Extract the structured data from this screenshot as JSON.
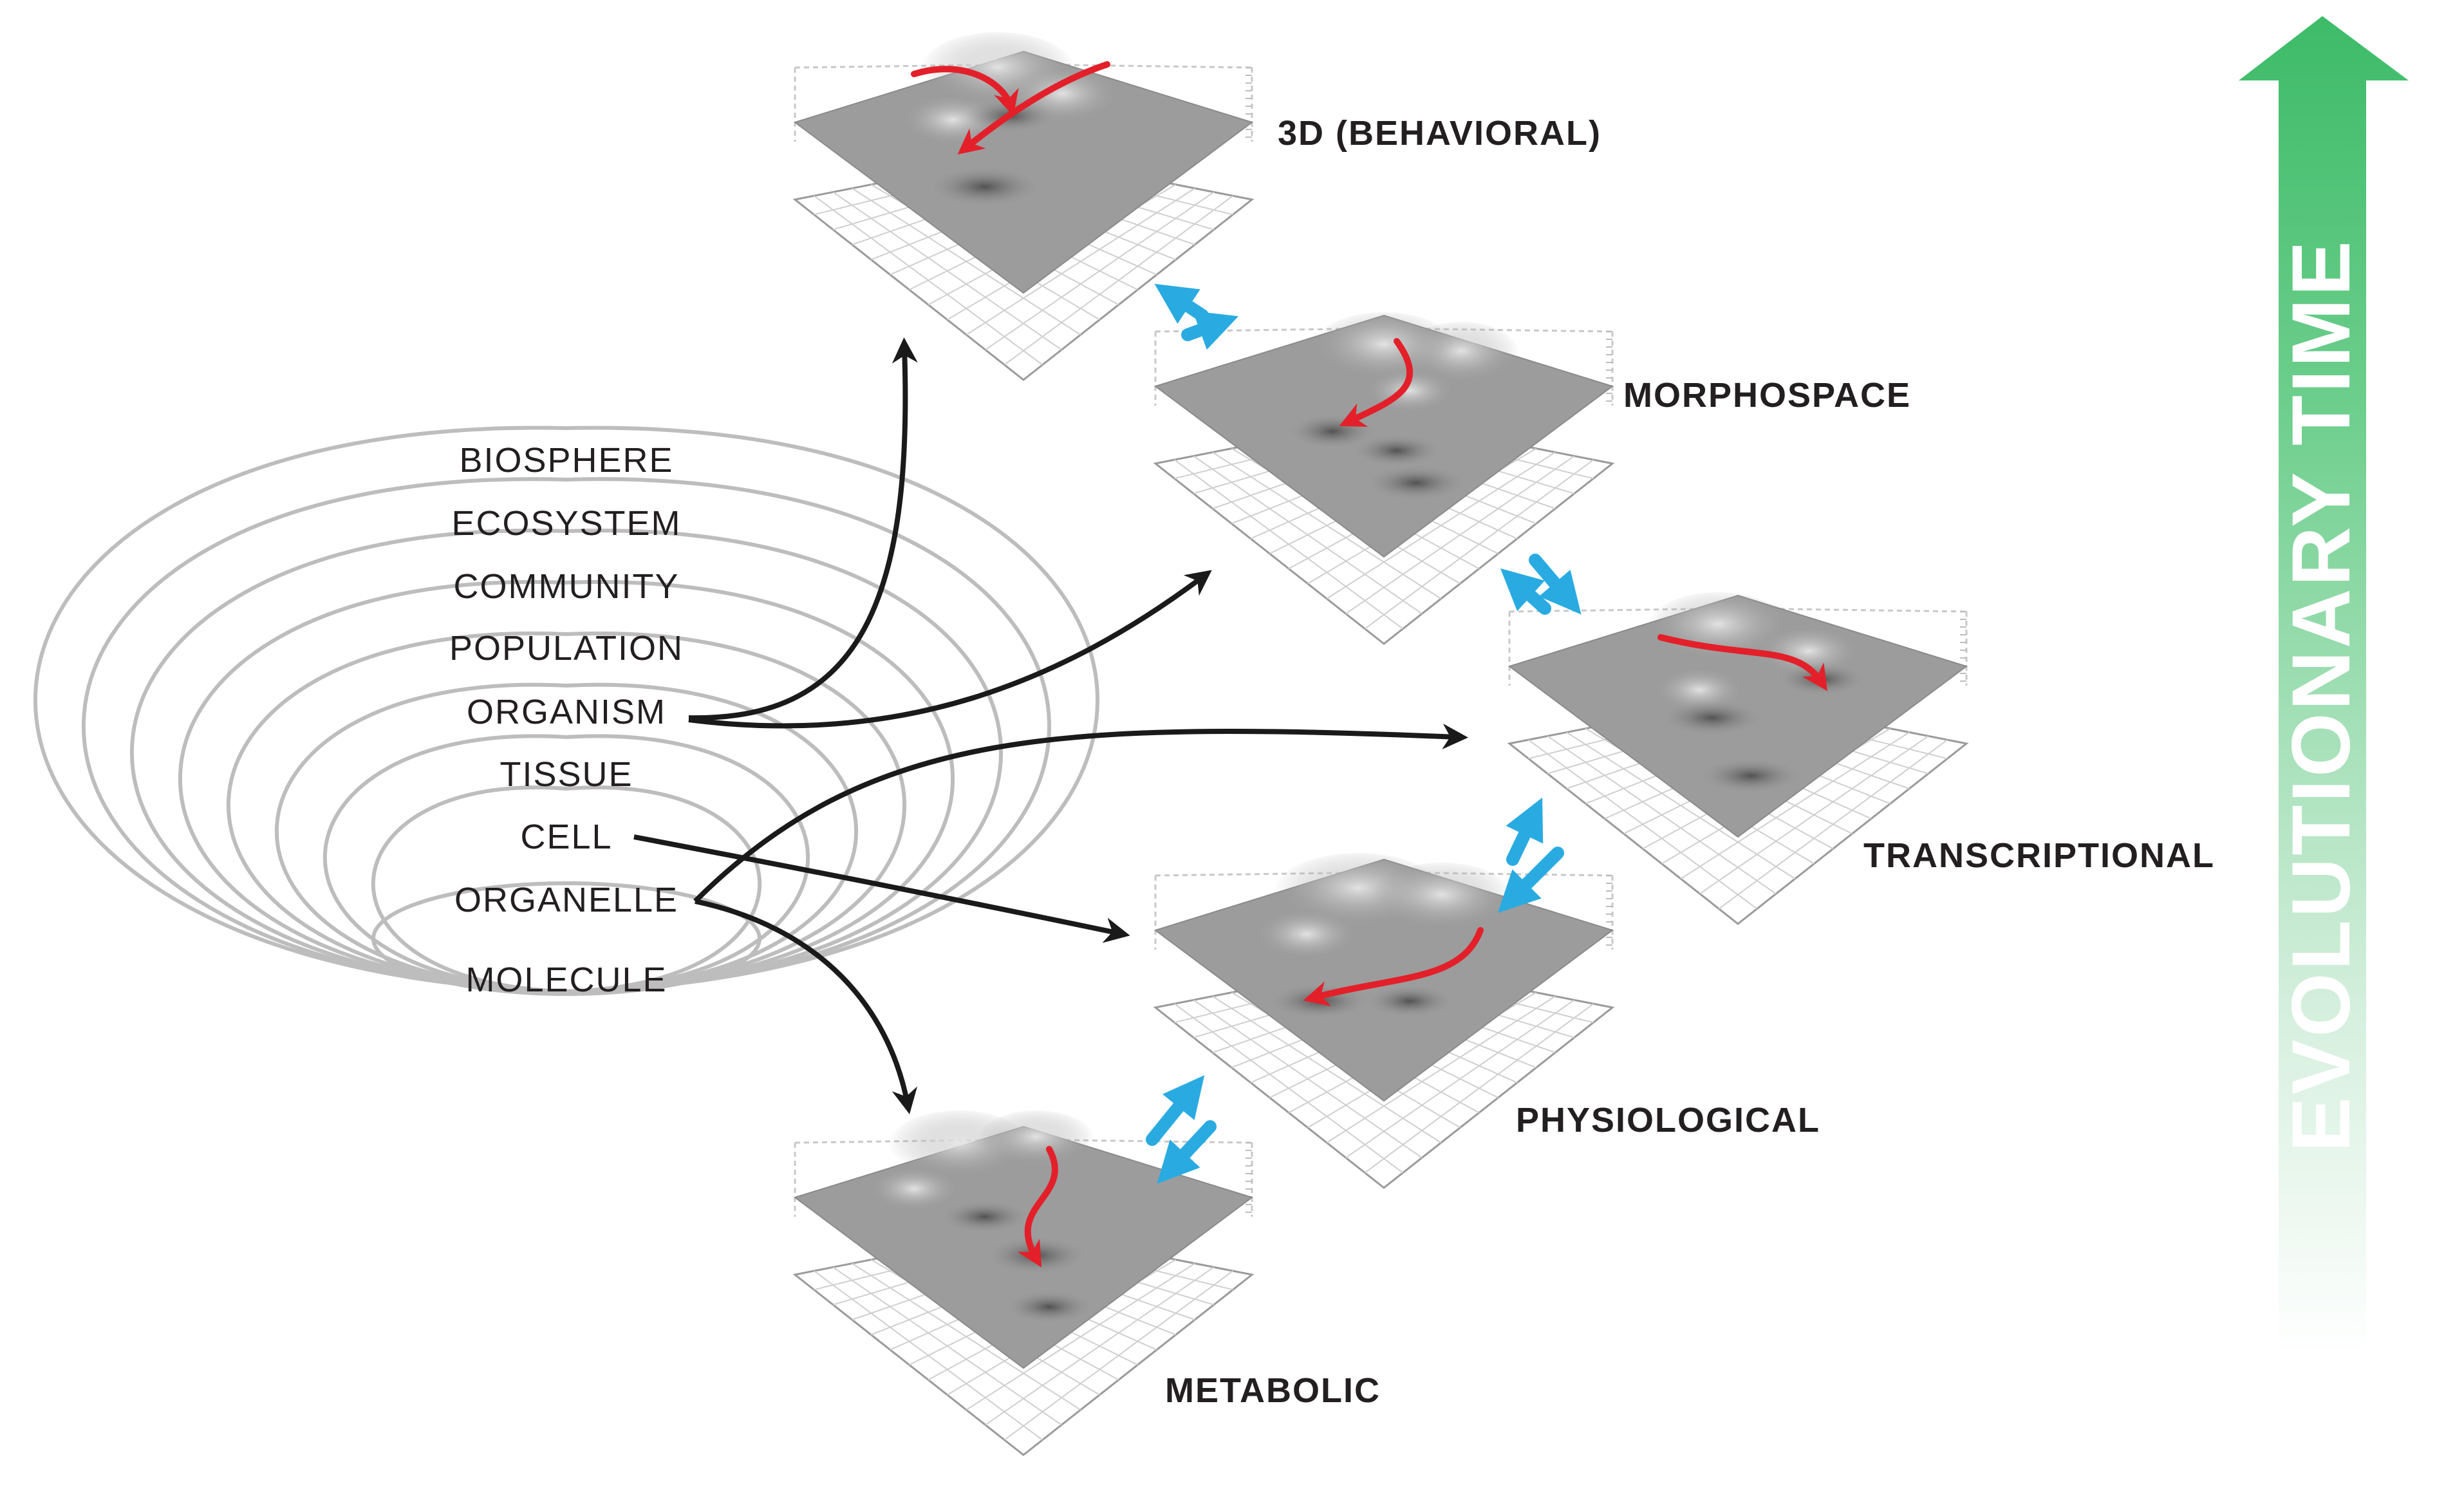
{
  "levels": {
    "biosphere": "BIOSPHERE",
    "ecosystem": "ECOSYSTEM",
    "community": "COMMUNITY",
    "population": "POPULATION",
    "organism": "ORGANISM",
    "tissue": "TISSUE",
    "cell": "CELL",
    "organelle": "ORGANELLE",
    "molecule": "MOLECULE"
  },
  "landscapes": {
    "behavioral": "3D (BEHAVIORAL)",
    "morphospace": "MORPHOSPACE",
    "transcriptional": "TRANSCRIPTIONAL",
    "physiological": "PHYSIOLOGICAL",
    "metabolic": "METABOLIC"
  },
  "timeline": {
    "label": "EVOLUTIONARY TIME"
  },
  "colors": {
    "trajectory": "#e3202a",
    "coupling": "#29abe2",
    "connector": "#1a1a1a",
    "time_arrow": "#3fbf6a",
    "landscape_surface": "#9c9c9c",
    "nest_rings": "#bdbdbd"
  },
  "icons": {
    "trajectory": "red-curved-arrow",
    "coupling": "blue-double-arrow",
    "connector": "black-curved-arrow",
    "time": "green-up-arrow"
  }
}
